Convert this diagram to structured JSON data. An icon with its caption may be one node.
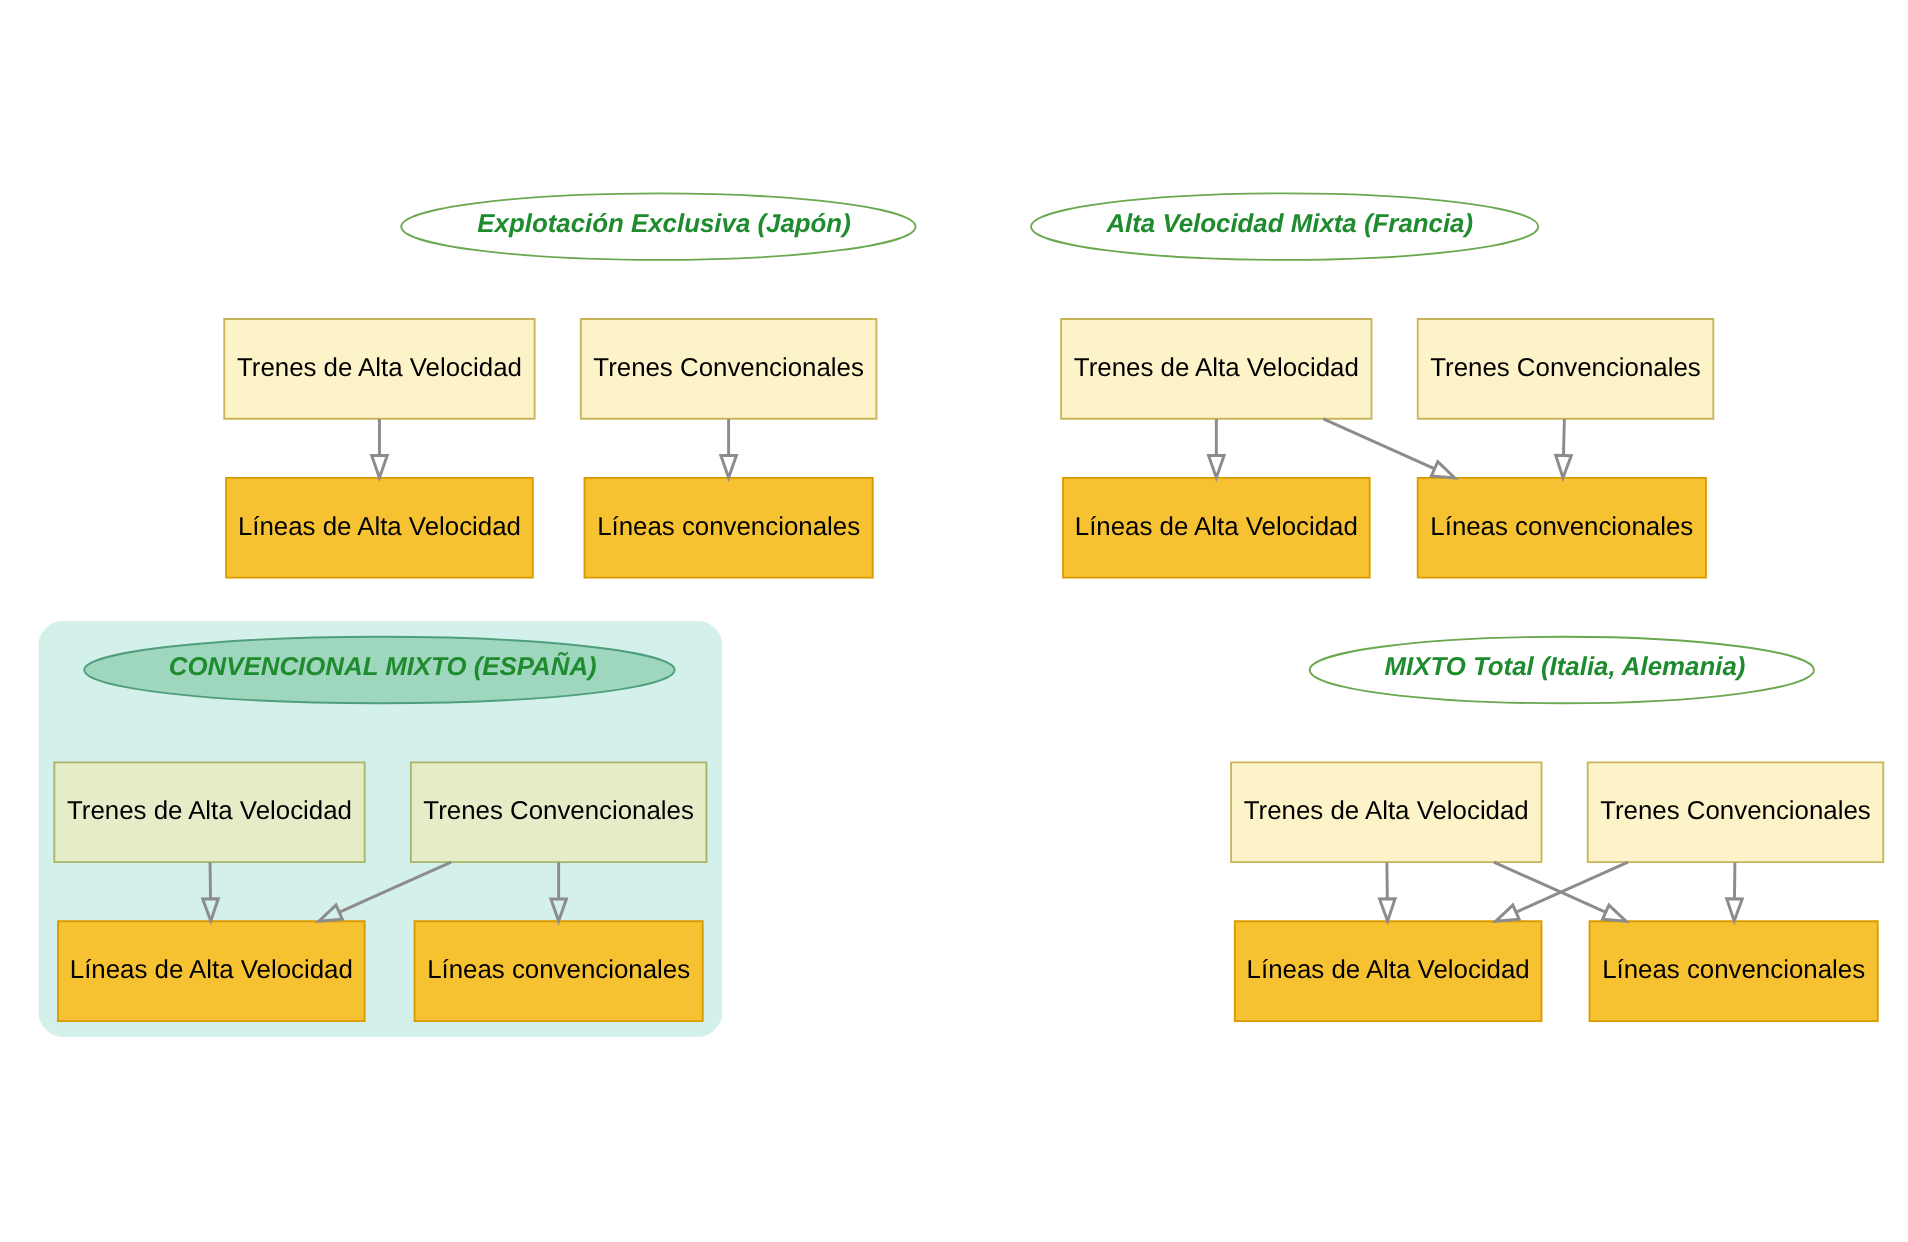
{
  "diagram": {
    "nodes": [
      {
        "text": [
          "Explotación Exclusiva (Japón)"
        ]
      },
      {
        "text": [
          "Trenes de Alta Velocidad"
        ]
      },
      {
        "text": [
          "Trenes Convencionales"
        ]
      },
      {
        "text": [
          "Líneas de Alta Velocidad"
        ]
      },
      {
        "text": [
          "Líneas convencionales"
        ]
      },
      {
        "text": [
          "Alta Velocidad Mixta (Francia)"
        ]
      },
      {
        "text": [
          "Trenes de Alta Velocidad"
        ]
      },
      {
        "text": [
          "Trenes Convencionales"
        ]
      },
      {
        "text": [
          "Líneas de Alta Velocidad"
        ]
      },
      {
        "text": [
          "Líneas convencionales"
        ]
      },
      {
        "text": [],
        "shape": "box"
      },
      {
        "text": [
          "CONVENCIONAL MIXTO (ESPAÑA)"
        ],
        "in": 10
      },
      {
        "text": [
          "Trenes de Alta Velocidad"
        ],
        "in": 10
      },
      {
        "text": [
          "Trenes Convencionales"
        ],
        "in": 10
      },
      {
        "text": [
          "Líneas de Alta Velocidad"
        ],
        "in": 10
      },
      {
        "text": [
          "Líneas convencionales"
        ],
        "in": 10
      },
      {
        "text": [
          "MIXTO Total (Italia, Alemania)"
        ]
      },
      {
        "text": [
          "Trenes de Alta Velocidad"
        ]
      },
      {
        "text": [
          "Trenes Convencionales"
        ]
      },
      {
        "text": [
          "Líneas de Alta Velocidad"
        ]
      },
      {
        "text": [
          "Líneas convencionales"
        ]
      }
    ],
    "edges": [
      {
        "from": 1,
        "to": 3,
        "arrow": "to"
      },
      {
        "from": 2,
        "to": 4,
        "arrow": "to"
      },
      {
        "from": 6,
        "to": 8,
        "arrow": "to"
      },
      {
        "from": 6,
        "to": 9,
        "arrow": "to"
      },
      {
        "from": 7,
        "to": 9,
        "arrow": "to"
      },
      {
        "from": 12,
        "to": 14,
        "arrow": "to"
      },
      {
        "from": 13,
        "to": 14,
        "arrow": "to"
      },
      {
        "from": 13,
        "to": 15,
        "arrow": "to"
      },
      {
        "from": 17,
        "to": 19,
        "arrow": "to"
      },
      {
        "from": 17,
        "to": 20,
        "arrow": "to"
      },
      {
        "from": 18,
        "to": 19,
        "arrow": "to"
      },
      {
        "from": 18,
        "to": 20,
        "arrow": "to"
      }
    ]
  }
}
